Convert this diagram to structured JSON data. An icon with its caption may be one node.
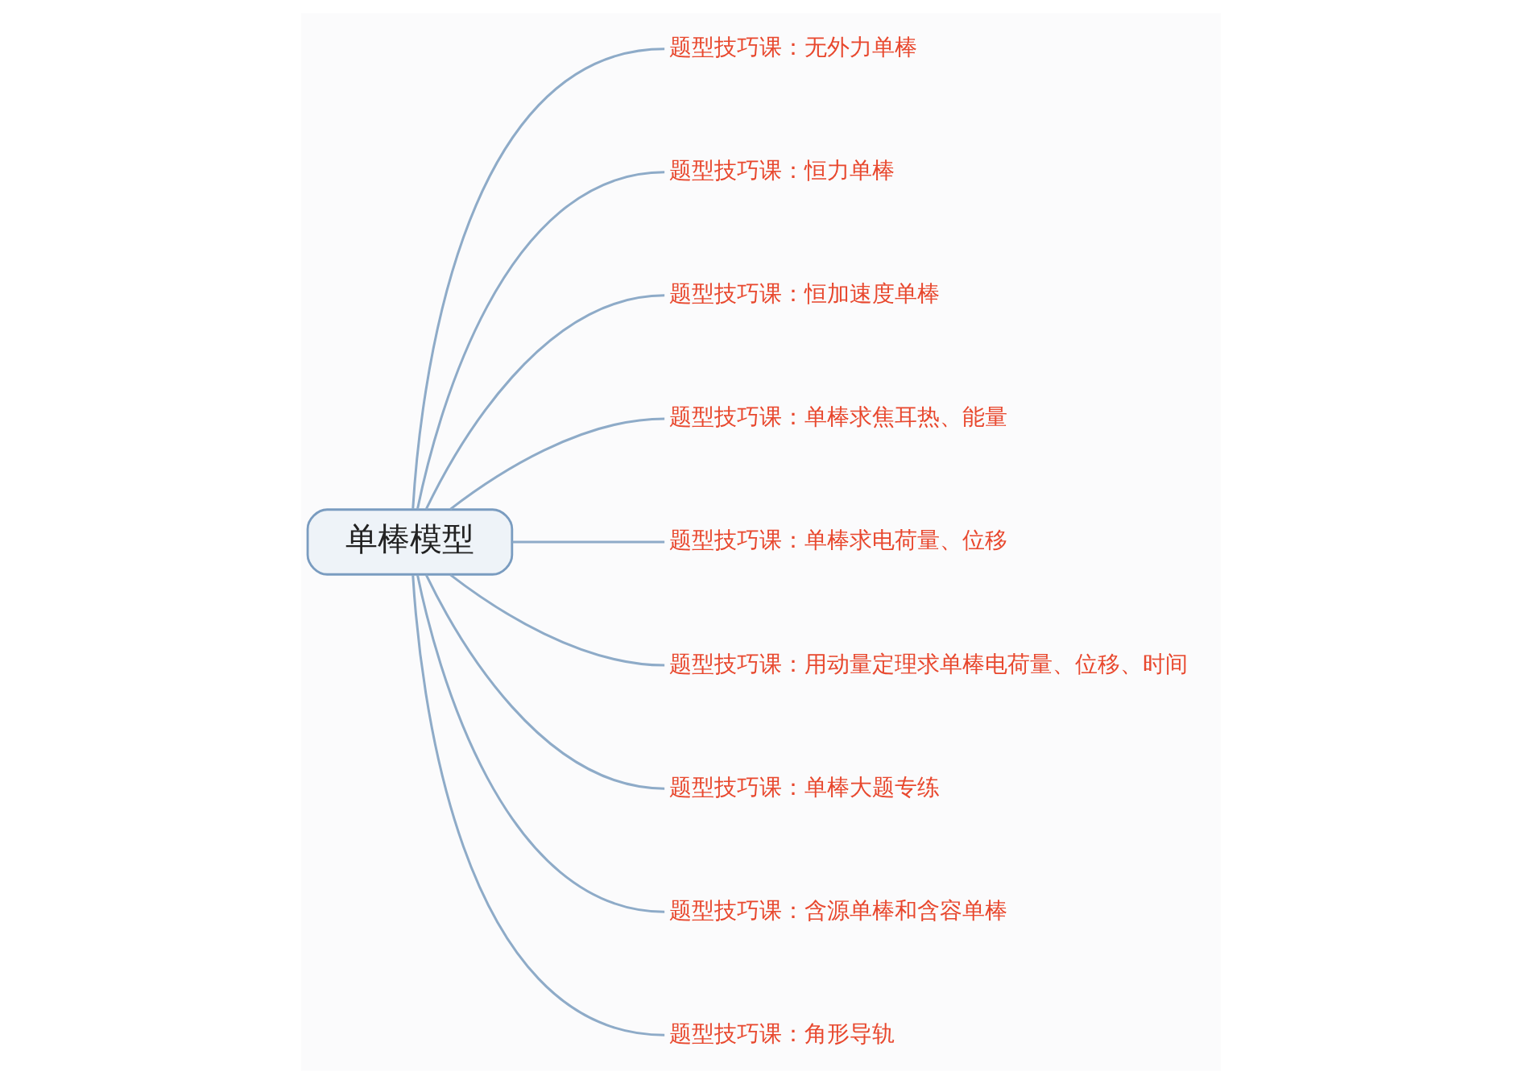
{
  "diagram": {
    "nodes": [
      {
        "text": [
          "单棒模型"
        ]
      },
      {
        "text": [
          "题型技巧课：无外力单棒"
        ]
      },
      {
        "text": [
          "题型技巧课：恒力单棒"
        ]
      },
      {
        "text": [
          "题型技巧课：恒加速度单棒"
        ]
      },
      {
        "text": [
          "题型技巧课：单棒求焦耳热、能量"
        ]
      },
      {
        "text": [
          "题型技巧课：单棒求电荷量、位移"
        ]
      },
      {
        "text": [
          "题型技巧课：用动量定理求单棒电荷量、位移、时间"
        ]
      },
      {
        "text": [
          "题型技巧课：单棒大题专练"
        ]
      },
      {
        "text": [
          "题型技巧课：含源单棒和含容单棒"
        ]
      },
      {
        "text": [
          "题型技巧课：角形导轨"
        ]
      }
    ],
    "edges": [
      {
        "from": 0,
        "to": 1,
        "arrow": "none"
      },
      {
        "from": 0,
        "to": 2,
        "arrow": "none"
      },
      {
        "from": 0,
        "to": 3,
        "arrow": "none"
      },
      {
        "from": 0,
        "to": 4,
        "arrow": "none"
      },
      {
        "from": 0,
        "to": 5,
        "arrow": "none"
      },
      {
        "from": 0,
        "to": 6,
        "arrow": "none"
      },
      {
        "from": 0,
        "to": 7,
        "arrow": "none"
      },
      {
        "from": 0,
        "to": 8,
        "arrow": "none"
      },
      {
        "from": 0,
        "to": 9,
        "arrow": "none"
      }
    ]
  }
}
